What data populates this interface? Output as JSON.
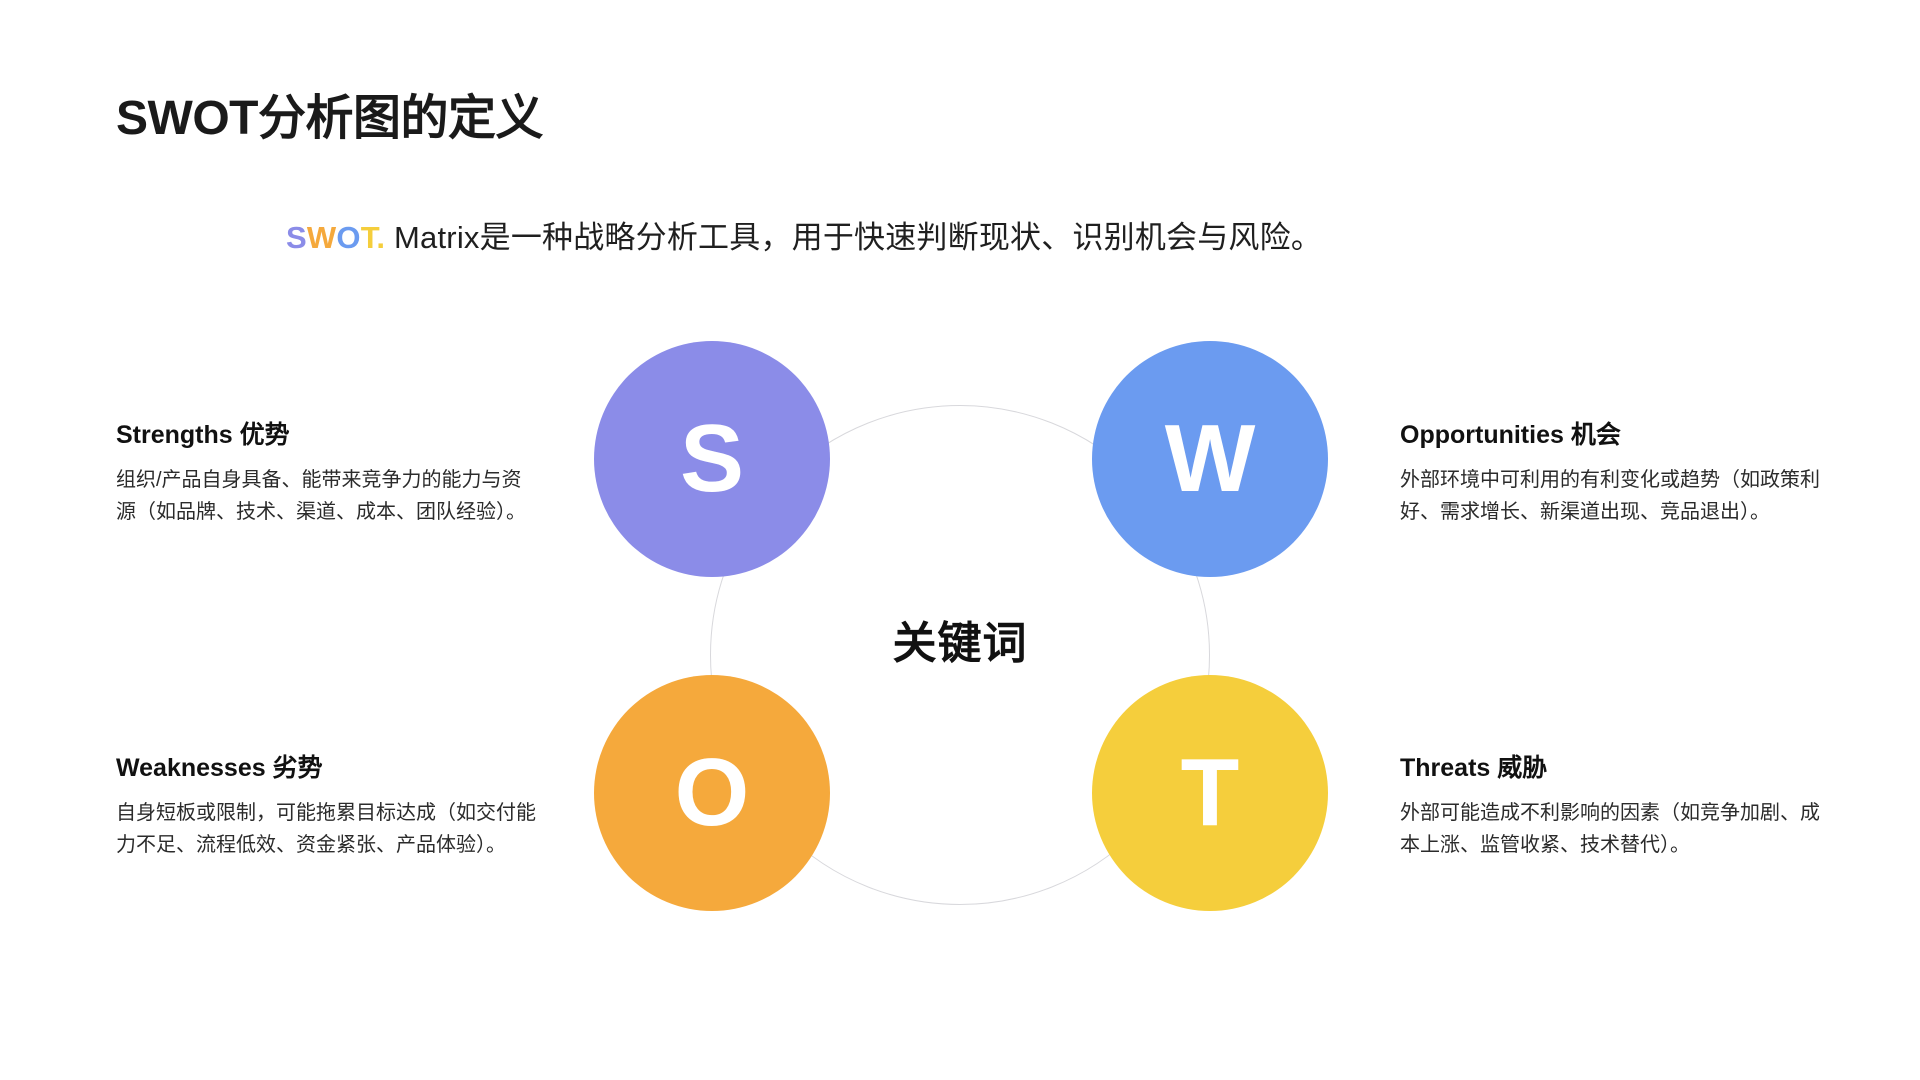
{
  "header": {
    "title": "SWOT分析图的定义",
    "subtitle_brand": {
      "s": "S",
      "w": "W",
      "o": "O",
      "t": "T",
      "dot": "."
    },
    "subtitle_rest": " Matrix是一种战略分析工具，用于快速判断现状、识别机会与风险。"
  },
  "diagram": {
    "center_label": "关键词",
    "bubbles": [
      {
        "letter": "S",
        "color": "#8B8CE8",
        "position": "top-left"
      },
      {
        "letter": "W",
        "color": "#6B9BF0",
        "position": "top-right"
      },
      {
        "letter": "O",
        "color": "#F5A93C",
        "position": "bottom-left"
      },
      {
        "letter": "T",
        "color": "#F5CE3C",
        "position": "bottom-right"
      }
    ],
    "ring_color": "#d8d8dc"
  },
  "blocks": {
    "strengths": {
      "heading": "Strengths 优势",
      "body": "组织/产品自身具备、能带来竞争力的能力与资源（如品牌、技术、渠道、成本、团队经验）。"
    },
    "weaknesses": {
      "heading": "Weaknesses 劣势",
      "body": "自身短板或限制，可能拖累目标达成（如交付能力不足、流程低效、资金紧张、产品体验）。"
    },
    "opportunities": {
      "heading": "Opportunities 机会",
      "body": "外部环境中可利用的有利变化或趋势（如政策利好、需求增长、新渠道出现、竞品退出）。"
    },
    "threats": {
      "heading": "Threats 威胁",
      "body": "外部可能造成不利影响的因素（如竞争加剧、成本上涨、监管收紧、技术替代）。"
    }
  },
  "colors": {
    "purple": "#8B8CE8",
    "blue": "#6B9BF0",
    "orange": "#F5A93C",
    "yellow": "#F5CE3C",
    "text": "#111111",
    "background": "#ffffff"
  }
}
